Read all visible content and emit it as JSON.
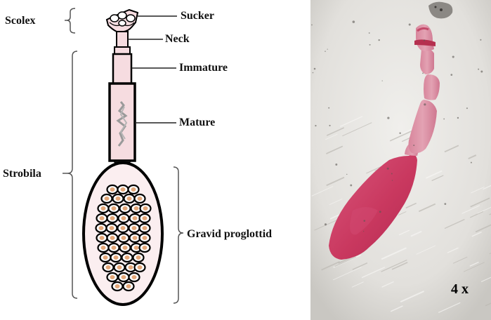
{
  "diagram": {
    "labels": {
      "scolex": "Scolex",
      "sucker": "Sucker",
      "neck": "Neck",
      "immature": "Immature",
      "mature": "Mature",
      "strobila": "Strobila",
      "gravid": "Gravid proglottid"
    },
    "colors": {
      "segment_fill": "#f6dce0",
      "outline": "#000000",
      "egg_fill": "#e3a77a",
      "uterus_mark": "#9a9a9a"
    }
  },
  "micrograph": {
    "magnification": "4 x",
    "colors": {
      "background": "#e4e2de",
      "stain": "#c9385f"
    }
  }
}
